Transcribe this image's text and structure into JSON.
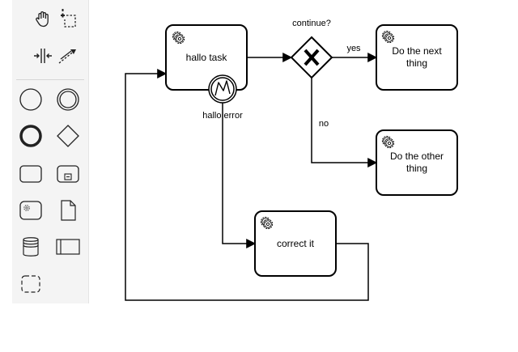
{
  "palette": {
    "tools": [
      {
        "id": "hand",
        "icon": "hand-tool-icon"
      },
      {
        "id": "lasso",
        "icon": "lasso-tool-icon"
      },
      {
        "id": "space",
        "icon": "space-tool-icon"
      },
      {
        "id": "connect",
        "icon": "global-connect-tool-icon"
      },
      {
        "id": "start-event",
        "icon": "start-event-icon"
      },
      {
        "id": "intermediate-event",
        "icon": "intermediate-event-icon"
      },
      {
        "id": "end-event",
        "icon": "end-event-icon"
      },
      {
        "id": "gateway",
        "icon": "gateway-icon"
      },
      {
        "id": "task",
        "icon": "task-icon"
      },
      {
        "id": "subprocess",
        "icon": "subprocess-icon"
      },
      {
        "id": "service-task",
        "icon": "service-task-icon"
      },
      {
        "id": "data-object",
        "icon": "data-object-icon"
      },
      {
        "id": "data-store",
        "icon": "data-store-icon"
      },
      {
        "id": "pool",
        "icon": "pool-icon"
      },
      {
        "id": "group",
        "icon": "group-icon"
      }
    ]
  },
  "diagram": {
    "tasks": {
      "hallo_task": {
        "label": "hallo task",
        "type": "service-task",
        "icon": "gear-icon"
      },
      "next_thing": {
        "label_lines": [
          "Do the next",
          "thing"
        ],
        "type": "service-task",
        "icon": "gear-icon"
      },
      "other_thing": {
        "label_lines": [
          "Do the other",
          "thing"
        ],
        "type": "service-task",
        "icon": "gear-icon"
      },
      "correct_it": {
        "label": "correct it",
        "type": "service-task",
        "icon": "gear-icon"
      }
    },
    "gateway": {
      "label": "continue?",
      "type": "exclusive",
      "icon": "x-icon"
    },
    "boundary_event": {
      "label": "hallo error",
      "type": "error",
      "icon": "error-bolt-icon"
    },
    "flows": {
      "yes": "yes",
      "no": "no"
    },
    "colors": {
      "stroke": "#000000",
      "fill": "#ffffff",
      "palette_bg": "#f4f4f4"
    }
  }
}
